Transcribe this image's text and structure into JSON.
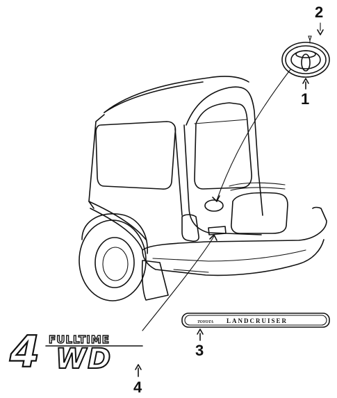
{
  "callouts": [
    {
      "number": "1"
    },
    {
      "number": "2"
    },
    {
      "number": "3"
    },
    {
      "number": "4"
    }
  ],
  "emblem_lettering": {
    "brand": "TOYOTA",
    "model": "LANDCRUISER",
    "fulltime": "FULLTIME",
    "four": "4",
    "wd": "WD"
  }
}
